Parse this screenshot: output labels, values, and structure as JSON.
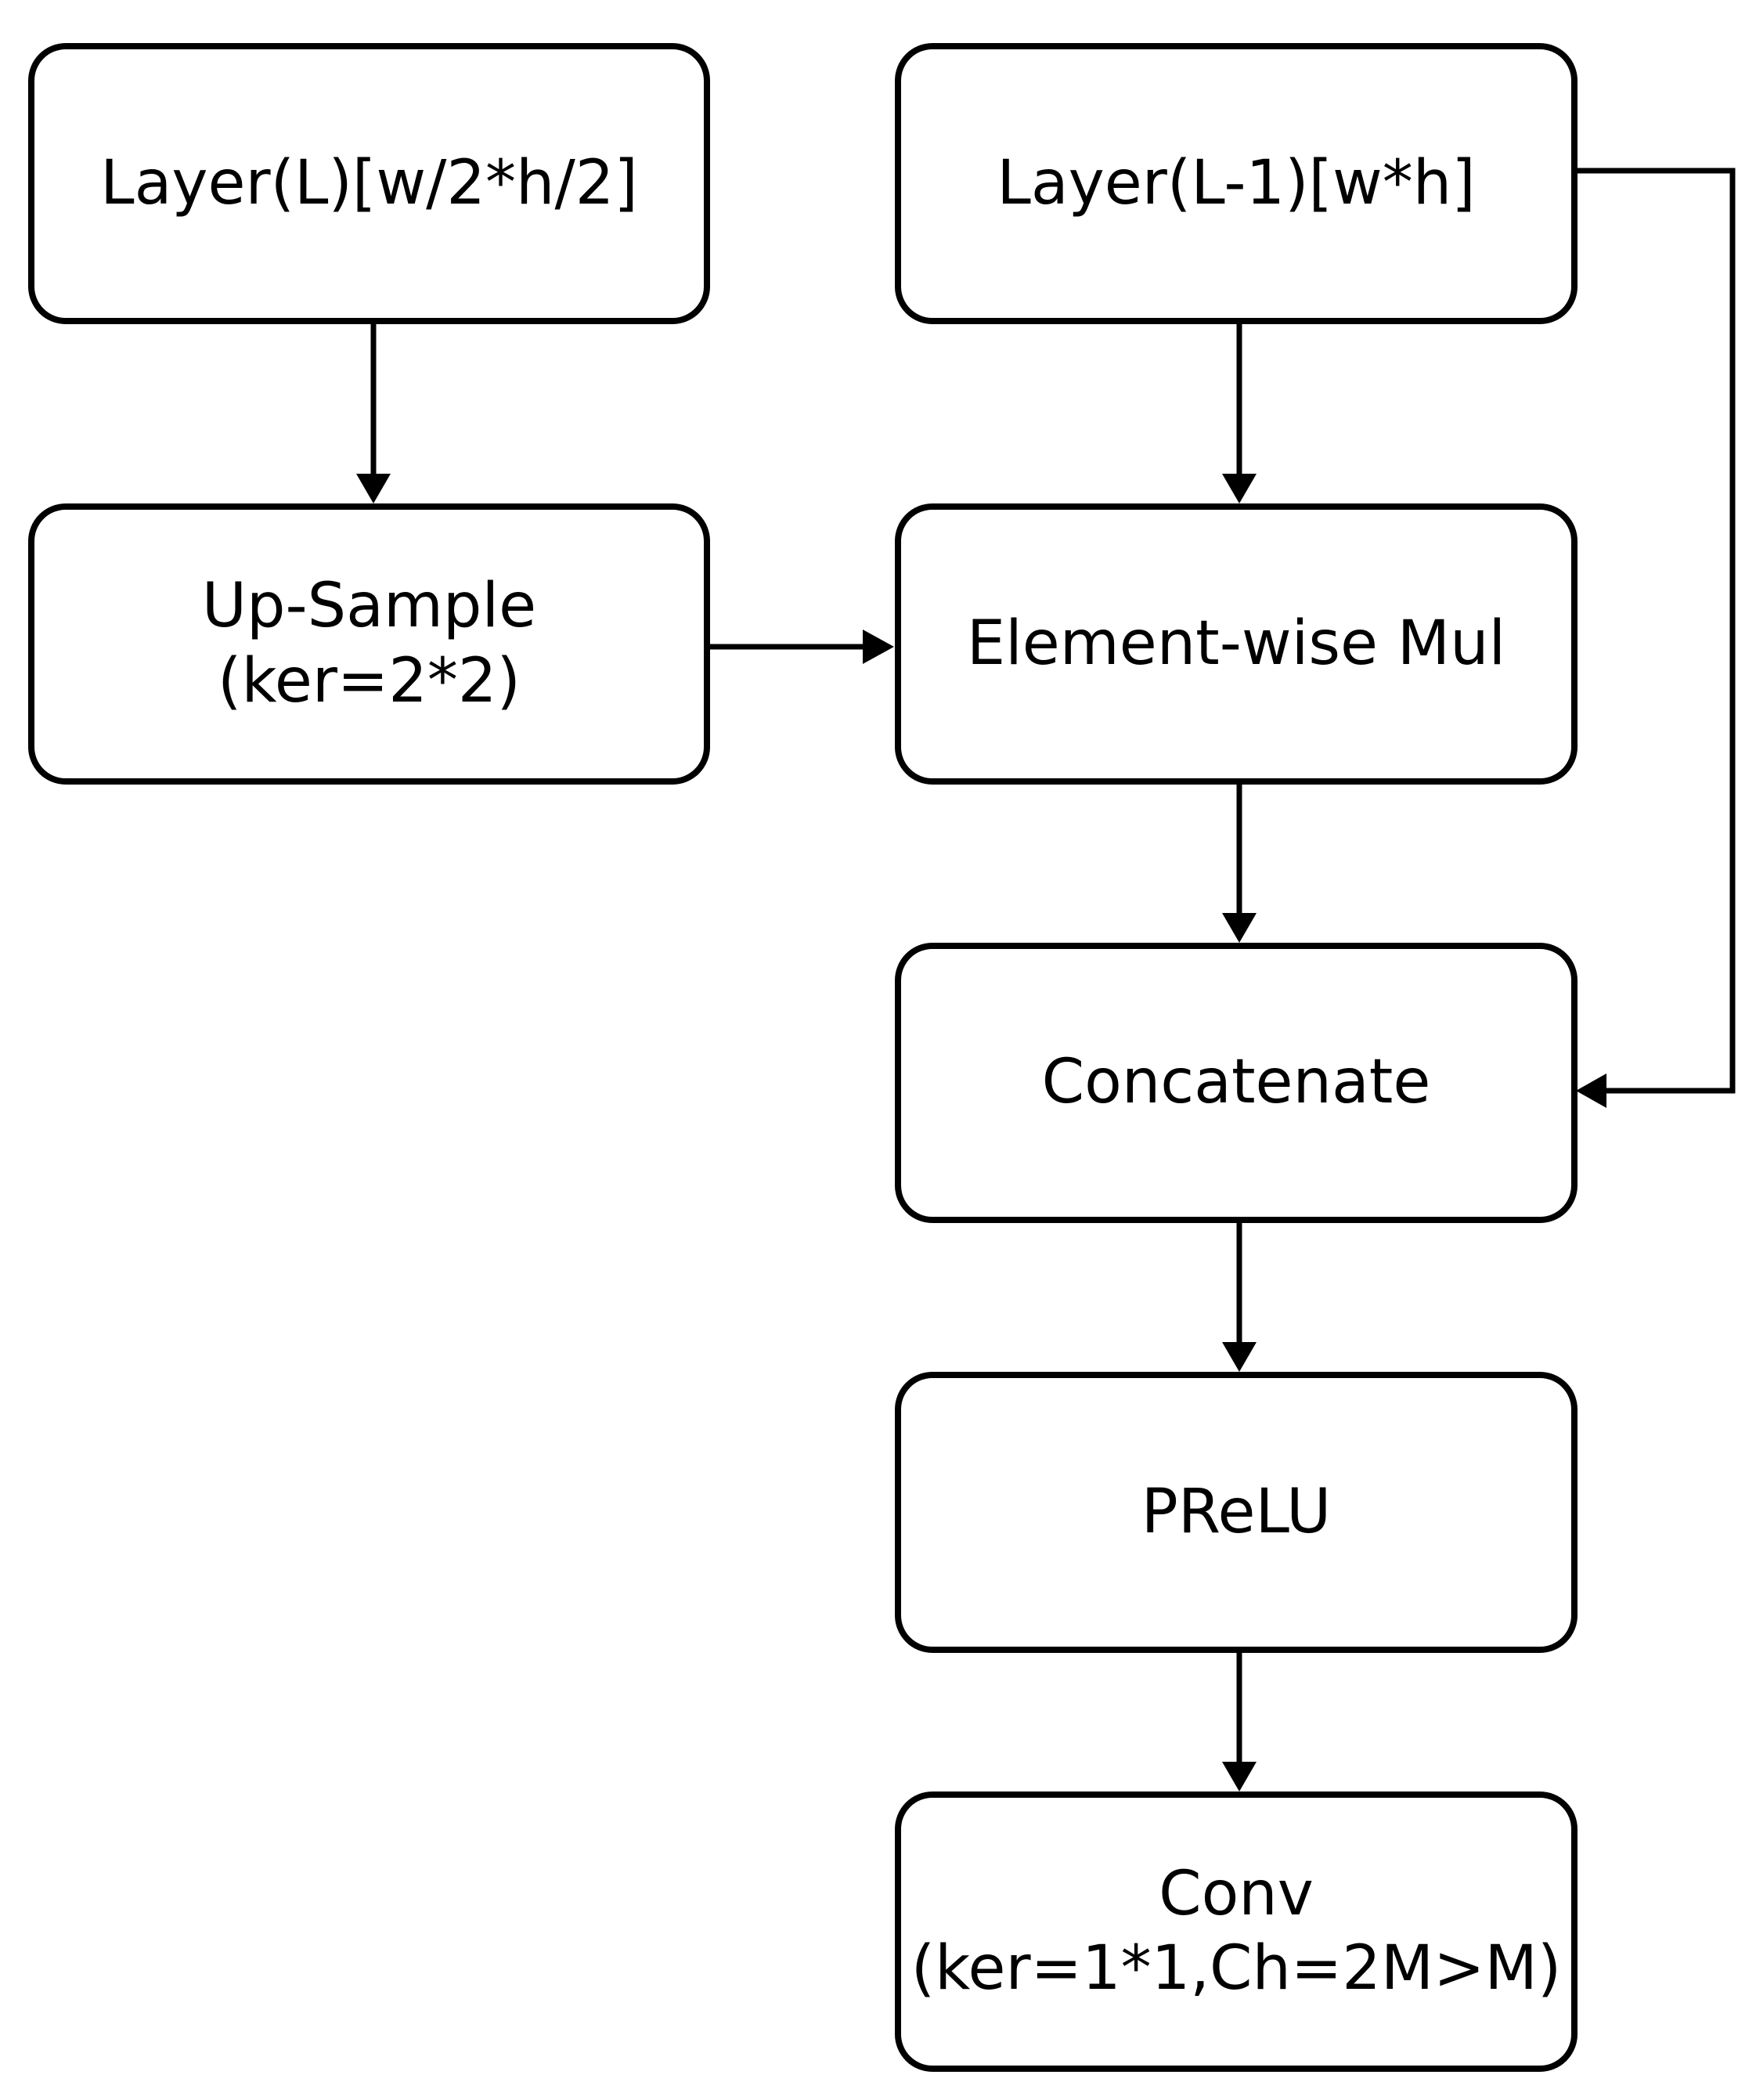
{
  "diagram": {
    "nodes": {
      "layer_l": {
        "lines": [
          "Layer(L)[w/2*h/2]"
        ]
      },
      "layer_l_minus_1": {
        "lines": [
          "Layer(L-1)[w*h]"
        ]
      },
      "upsample": {
        "lines": [
          "Up-Sample",
          "(ker=2*2)"
        ]
      },
      "elementwise_mul": {
        "lines": [
          "Element-wise Mul"
        ]
      },
      "concatenate": {
        "lines": [
          "Concatenate"
        ]
      },
      "prelu": {
        "lines": [
          "PReLU"
        ]
      },
      "conv": {
        "lines": [
          "Conv",
          "(ker=1*1,Ch=2M>M)"
        ]
      }
    },
    "edges": [
      {
        "from": "Layer(L)[w/2*h/2]",
        "to": "Up-Sample"
      },
      {
        "from": "Up-Sample",
        "to": "Element-wise Mul"
      },
      {
        "from": "Layer(L-1)[w*h]",
        "to": "Element-wise Mul"
      },
      {
        "from": "Element-wise Mul",
        "to": "Concatenate"
      },
      {
        "from": "Layer(L-1)[w*h]",
        "to": "Concatenate"
      },
      {
        "from": "Concatenate",
        "to": "PReLU"
      },
      {
        "from": "PReLU",
        "to": "Conv"
      }
    ],
    "colors": {
      "stroke": "#000000",
      "fill": "#ffffff",
      "text": "#000000"
    }
  }
}
